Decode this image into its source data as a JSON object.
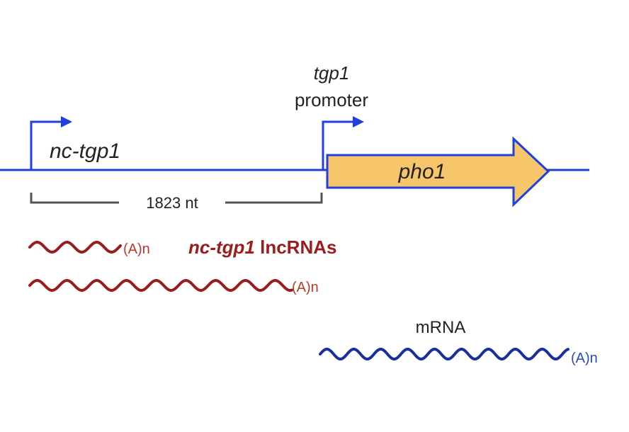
{
  "labels": {
    "nc_gene": "nc-tgp1",
    "tgp1_name": "tgp1",
    "promoter_word": "promoter",
    "pho1_gene": "pho1",
    "distance": "1823 nt",
    "polyA_1": "(A)n",
    "polyA_2": "(A)n",
    "polyA_3": "(A)n",
    "lncrna_gene": "nc-tgp1",
    "lncrna_suffix": " lncRNAs",
    "mrna": "mRNA"
  },
  "colors": {
    "dna_line": "#1f3fe0",
    "arrow_fill": "#f7c56a",
    "arrow_stroke": "#1f3fe0",
    "lncrna": "#9b1c1c",
    "mrna_wave": "#1a2f9e",
    "scale_bar": "#555555",
    "text": "#222222"
  }
}
